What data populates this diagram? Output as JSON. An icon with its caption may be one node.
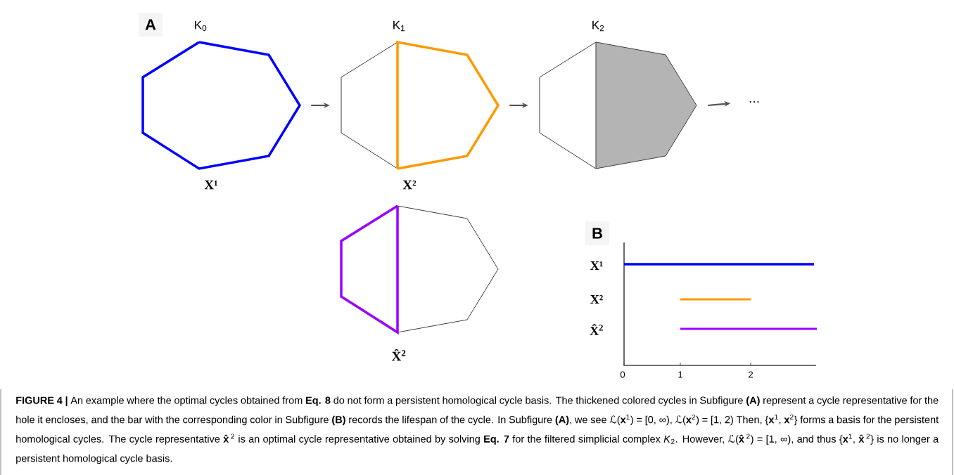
{
  "diagram": {
    "caption": "**FIGURE 4 |** An example where the optimal cycles obtained from **Eq. 8** do not form a persistent homological cycle basis. The thickened colored cycles in Subfigure **(A)** represent a cycle representative for the hole it encloses, and the bar with the corresponding color in Subfigure **(B)** records the lifespan of the cycle. In Subfigure **(A)**, we see ℒ(**x**$^{1}$) = [0, ∞), ℒ(**x**$^{2}$) = [1, 2) Then, {**x**$^{1}$, **x**$^{2}$} forms a basis for the persistent homological cycles. The cycle representative **x̂**$^{2}$ is an optimal cycle representative obtained by solving **Eq. 7** for the filtered simplicial complex *K*$_{2}$. However, ℒ(**x̂**$^{2}$) = [1, ∞), and thus {**x**$^{1}$, **x̂**$^{2}$} is no longer a persistent homological cycle basis.",
    "nodes": [
      {
        "text": [
          "K$_{0}$",
          "X¹"
        ]
      },
      {
        "text": [
          "K$_{1}$",
          "X²"
        ]
      },
      {
        "text": [
          "K$_{2}$"
        ]
      },
      {
        "text": [
          "…"
        ]
      },
      {
        "text": [
          "X̂$^{2}$"
        ]
      }
    ],
    "edges": [
      {
        "from": 0,
        "to": 1,
        "arrow": "to"
      },
      {
        "from": 1,
        "to": 2,
        "arrow": "to"
      },
      {
        "from": 2,
        "to": 3,
        "arrow": "to"
      }
    ],
    "labels": [
      "A",
      "B",
      "X¹",
      "X²",
      "X̂$^{2}$",
      "0",
      "1",
      "2"
    ]
  }
}
